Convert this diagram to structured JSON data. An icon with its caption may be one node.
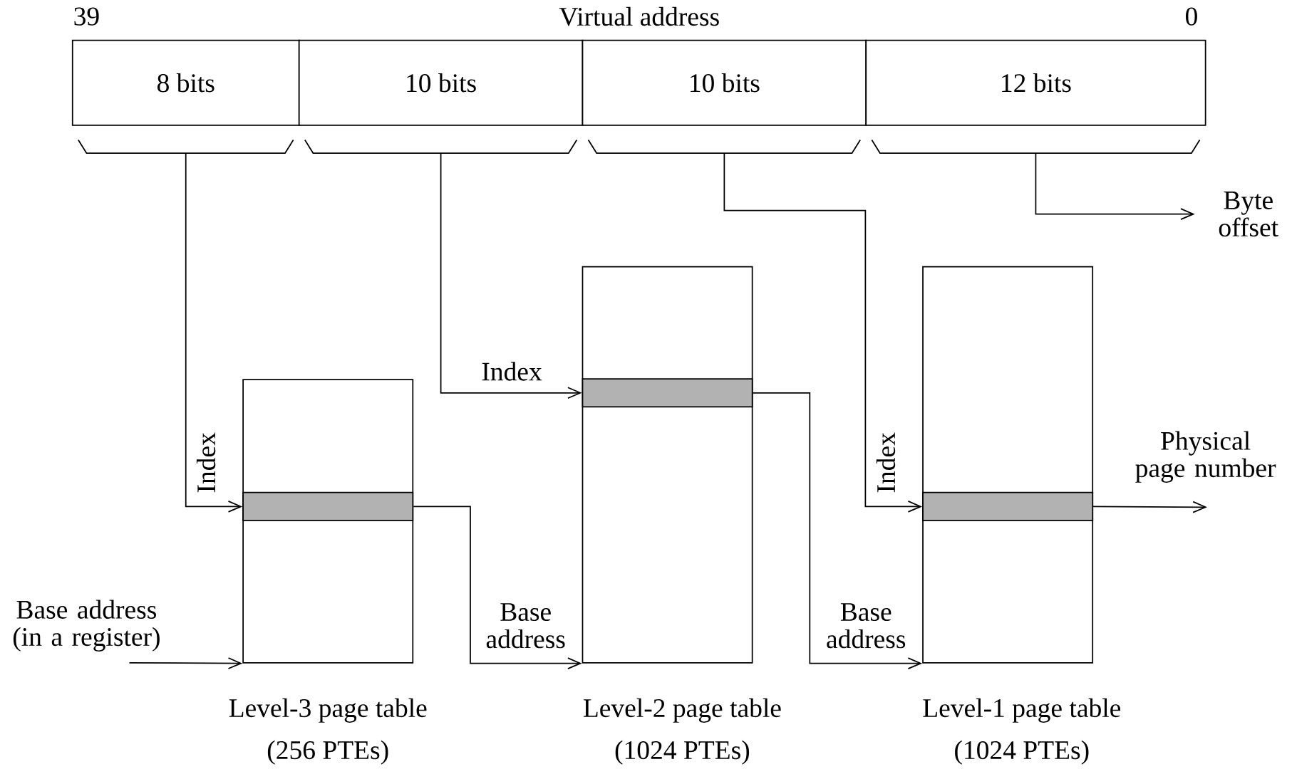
{
  "diagram": {
    "nodes": [
      {
        "text": [
          "8 bits"
        ]
      },
      {
        "text": [
          "10 bits"
        ]
      },
      {
        "text": [
          "10 bits"
        ]
      },
      {
        "text": [
          "12 bits"
        ]
      },
      {
        "text": [
          "Level-3 page table",
          "(256 PTEs)"
        ]
      },
      {
        "text": [],
        "shape": "bar",
        "in": 4
      },
      {
        "text": [
          "Level-2 page table",
          "(1024 PTEs)"
        ]
      },
      {
        "text": [],
        "shape": "bar",
        "in": 6
      },
      {
        "text": [
          "Level-1 page table",
          "(1024 PTEs)"
        ]
      },
      {
        "text": [],
        "shape": "bar",
        "in": 8
      },
      {
        "text": [
          "Byte offset"
        ]
      },
      {
        "text": [
          "Physical page number"
        ]
      },
      {
        "text": [
          "Base address (in a register)"
        ]
      }
    ],
    "edges": [
      {
        "from": 0,
        "to": 5,
        "arrow": "to",
        "label": "Index"
      },
      {
        "from": 1,
        "to": 7,
        "arrow": "to",
        "label": "Index"
      },
      {
        "from": 2,
        "to": 9,
        "arrow": "to",
        "label": "Index"
      },
      {
        "from": 3,
        "to": 10,
        "arrow": "to"
      },
      {
        "from": 12,
        "to": 4,
        "arrow": "to"
      },
      {
        "from": 5,
        "to": 6,
        "arrow": "to",
        "label": "Base address"
      },
      {
        "from": 7,
        "to": 8,
        "arrow": "to",
        "label": "Base address"
      },
      {
        "from": 9,
        "to": 11,
        "arrow": "to"
      }
    ],
    "labels": [
      "39",
      "Virtual address",
      "0"
    ]
  }
}
